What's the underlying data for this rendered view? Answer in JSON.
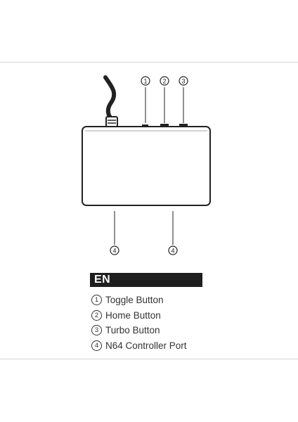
{
  "callouts": {
    "top": [
      "1",
      "2",
      "3"
    ],
    "bottom": [
      "4",
      "4"
    ]
  },
  "language": "EN",
  "legend": [
    {
      "number": "1",
      "label": "Toggle Button"
    },
    {
      "number": "2",
      "label": "Home Button"
    },
    {
      "number": "3",
      "label": "Turbo Button"
    },
    {
      "number": "4",
      "label": "N64 Controller Port"
    }
  ]
}
